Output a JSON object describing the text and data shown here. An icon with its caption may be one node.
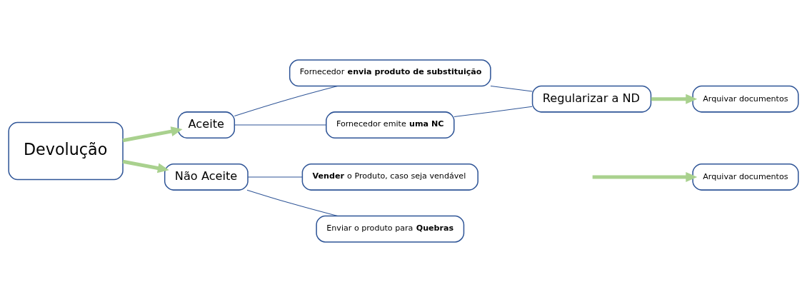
{
  "diagram": {
    "nodes": [
      {
        "text": [
          "Devolução"
        ]
      },
      {
        "text": [
          "Aceite"
        ]
      },
      {
        "text": [
          "Não Aceite"
        ]
      },
      {
        "text": [
          "Fornecedor **envia produto de substituição**"
        ]
      },
      {
        "text": [
          "Fornecedor emite **uma NC**"
        ]
      },
      {
        "text": [
          "Regularizar a ND"
        ]
      },
      {
        "text": [
          "Arquivar documentos"
        ]
      },
      {
        "text": [
          "**Vender** o Produto, caso seja vendável"
        ]
      },
      {
        "text": [
          "Enviar o produto para **Quebras**"
        ]
      },
      {
        "text": [
          "Arquivar documentos"
        ]
      }
    ],
    "edges": [
      {
        "from": 0,
        "to": 1,
        "arrow": "to",
        "style": "thick",
        "color": "#a9d18e"
      },
      {
        "from": 0,
        "to": 2,
        "arrow": "to",
        "style": "thick",
        "color": "#a9d18e"
      },
      {
        "from": 1,
        "to": 3,
        "arrow": "none"
      },
      {
        "from": 1,
        "to": 4,
        "arrow": "none"
      },
      {
        "from": 3,
        "to": 5,
        "arrow": "none"
      },
      {
        "from": 4,
        "to": 5,
        "arrow": "none"
      },
      {
        "from": 5,
        "to": 6,
        "arrow": "to",
        "style": "thick",
        "color": "#a9d18e"
      },
      {
        "from": 2,
        "to": 7,
        "arrow": "none"
      },
      {
        "from": 2,
        "to": 8,
        "arrow": "none"
      },
      {
        "from": null,
        "to": 9,
        "arrow": "to",
        "style": "thick",
        "color": "#a9d18e"
      }
    ]
  }
}
